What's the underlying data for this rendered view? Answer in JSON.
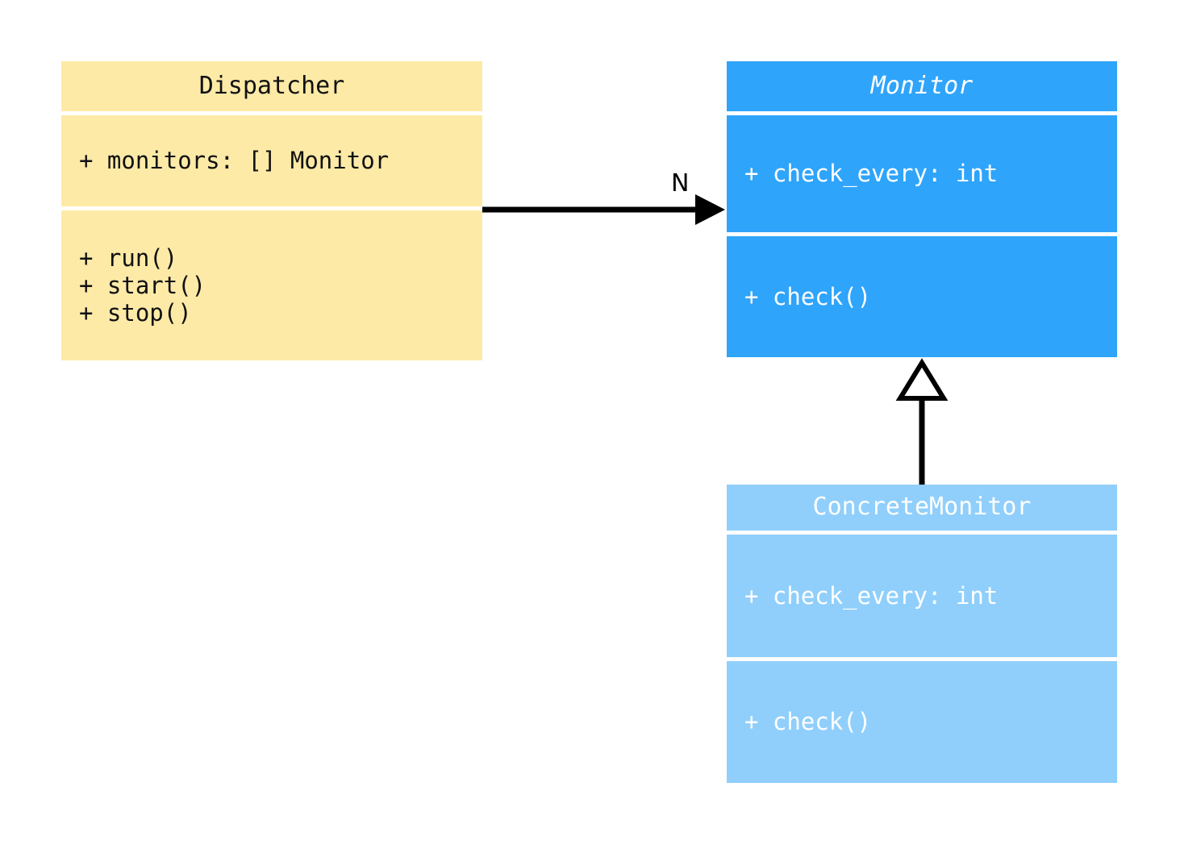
{
  "diagram": {
    "kind": "uml-class-diagram",
    "background_color": "#ffffff"
  },
  "classes": [
    {
      "id": "dispatcher",
      "name": "Dispatcher",
      "abstract": false,
      "fill_color": "#fdeaa7",
      "text_color": "#111111",
      "attributes": [
        "+ monitors: [] Monitor"
      ],
      "methods": [
        "+ run()",
        "+ start()",
        "+ stop()"
      ]
    },
    {
      "id": "monitor",
      "name": "Monitor",
      "abstract": true,
      "fill_color": "#2fa4fb",
      "text_color": "#ffffff",
      "attributes": [
        "+ check_every: int"
      ],
      "methods": [
        "+ check()"
      ]
    },
    {
      "id": "concretemonitor",
      "name": "ConcreteMonitor",
      "abstract": false,
      "fill_color": "#90cffb",
      "text_color": "#ffffff",
      "attributes": [
        "+ check_every: int"
      ],
      "methods": [
        "+ check()"
      ]
    }
  ],
  "relationships": [
    {
      "id": "dispatcher-to-monitor",
      "type": "association",
      "from": "Dispatcher",
      "to": "Monitor",
      "label": "N",
      "arrowhead": "filled-arrow",
      "line_color": "#000000"
    },
    {
      "id": "concretemonitor-to-monitor",
      "type": "generalization",
      "from": "ConcreteMonitor",
      "to": "Monitor",
      "label": "",
      "arrowhead": "hollow-triangle",
      "line_color": "#000000"
    }
  ]
}
